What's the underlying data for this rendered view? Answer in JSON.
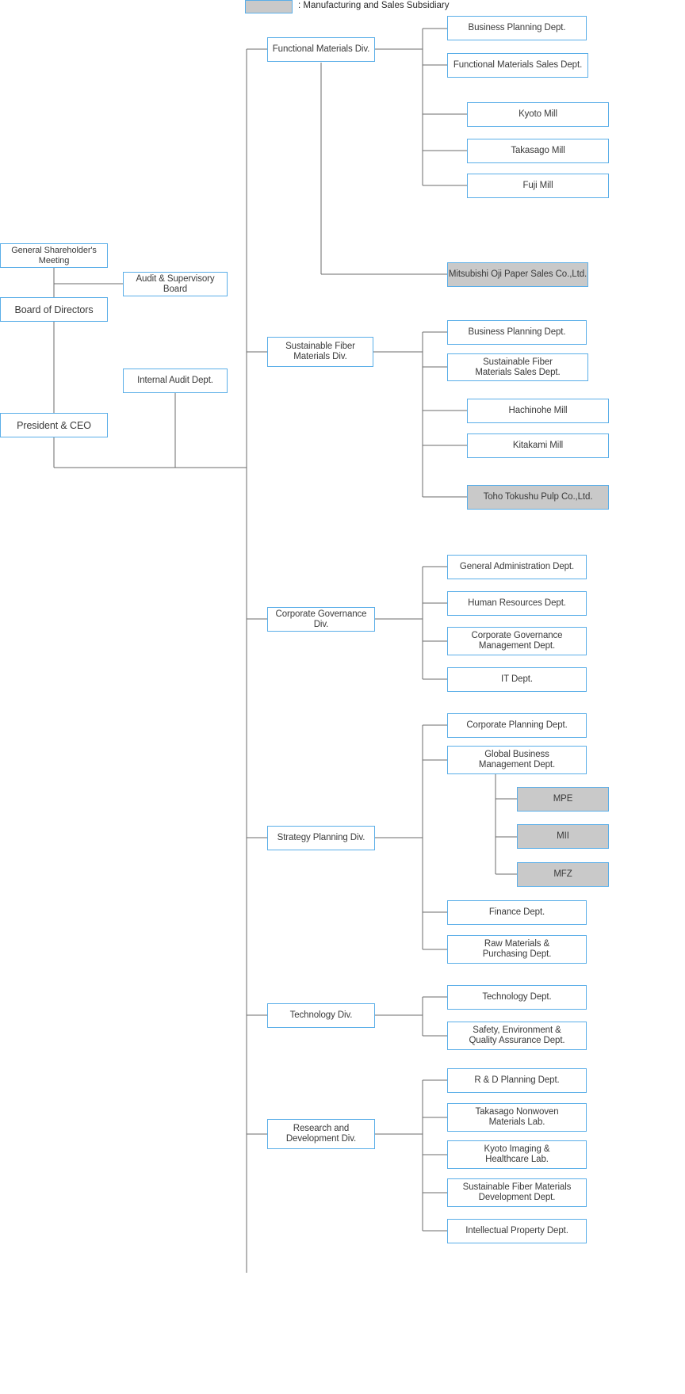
{
  "legend": {
    "swatch_name": "subsidiary-swatch",
    "text": ": Manufacturing and Sales Subsidiary",
    "subsidiary_color": "#c9c9c9",
    "box_border_color": "#5aaee8",
    "line_color": "#6b6b6b"
  },
  "governance": {
    "shareholders_meeting": "General Shareholder's Meeting",
    "audit_supervisory_board": "Audit & Supervisory Board",
    "board_of_directors": "Board of Directors",
    "internal_audit_dept": "Internal Audit Dept.",
    "president_ceo": "President & CEO"
  },
  "divisions": [
    {
      "id": "functional-materials",
      "label": "Functional Materials  Div.",
      "children": [
        {
          "label": "Business Planning Dept.",
          "subsidiary": false
        },
        {
          "label": "Functional Materials Sales Dept.",
          "subsidiary": false
        },
        {
          "label": "Kyoto Mill",
          "subsidiary": false
        },
        {
          "label": "Takasago Mill",
          "subsidiary": false
        },
        {
          "label": "Fuji  Mill",
          "subsidiary": false
        },
        {
          "label": "Mitsubishi Oji Paper Sales Co.,Ltd.",
          "subsidiary": true
        }
      ]
    },
    {
      "id": "sustainable-fiber-materials",
      "label": "Sustainable Fiber\nMaterials  Div.",
      "children": [
        {
          "label": "Business Planning Dept.",
          "subsidiary": false
        },
        {
          "label": "Sustainable Fiber\nMaterials Sales Dept.",
          "subsidiary": false
        },
        {
          "label": "Hachinohe Mill",
          "subsidiary": false
        },
        {
          "label": "Kitakami Mill",
          "subsidiary": false
        },
        {
          "label": "Toho Tokushu Pulp Co.,Ltd.",
          "subsidiary": true
        }
      ]
    },
    {
      "id": "corporate-governance",
      "label": "Corporate Governance Div.",
      "children": [
        {
          "label": "General Administration Dept.",
          "subsidiary": false
        },
        {
          "label": "Human Resources Dept.",
          "subsidiary": false
        },
        {
          "label": "Corporate Governance\nManagement Dept.",
          "subsidiary": false
        },
        {
          "label": "IT Dept.",
          "subsidiary": false
        }
      ]
    },
    {
      "id": "strategy-planning",
      "label": "Strategy Planning Div.",
      "children": [
        {
          "label": "Corporate Planning Dept.",
          "subsidiary": false
        },
        {
          "label": "Global Business\nManagement Dept.",
          "subsidiary": false
        },
        {
          "label": "MPE",
          "subsidiary": true
        },
        {
          "label": "MII",
          "subsidiary": true
        },
        {
          "label": "MFZ",
          "subsidiary": true
        },
        {
          "label": "Finance Dept.",
          "subsidiary": false
        },
        {
          "label": "Raw Materials &\nPurchasing Dept.",
          "subsidiary": false
        }
      ]
    },
    {
      "id": "technology",
      "label": "Technology Div.",
      "children": [
        {
          "label": "Technology Dept.",
          "subsidiary": false
        },
        {
          "label": "Safety, Environment &\nQuality Assurance Dept.",
          "subsidiary": false
        }
      ]
    },
    {
      "id": "research-development",
      "label": "Research and\nDevelopment Div.",
      "children": [
        {
          "label": "R & D Planning Dept.",
          "subsidiary": false
        },
        {
          "label": "Takasago Nonwoven\nMaterials Lab.",
          "subsidiary": false
        },
        {
          "label": "Kyoto Imaging &\nHealthcare Lab.",
          "subsidiary": false
        },
        {
          "label": "Sustainable Fiber Materials\nDevelopment Dept.",
          "subsidiary": false
        },
        {
          "label": "Intellectual Property Dept.",
          "subsidiary": false
        }
      ]
    }
  ]
}
